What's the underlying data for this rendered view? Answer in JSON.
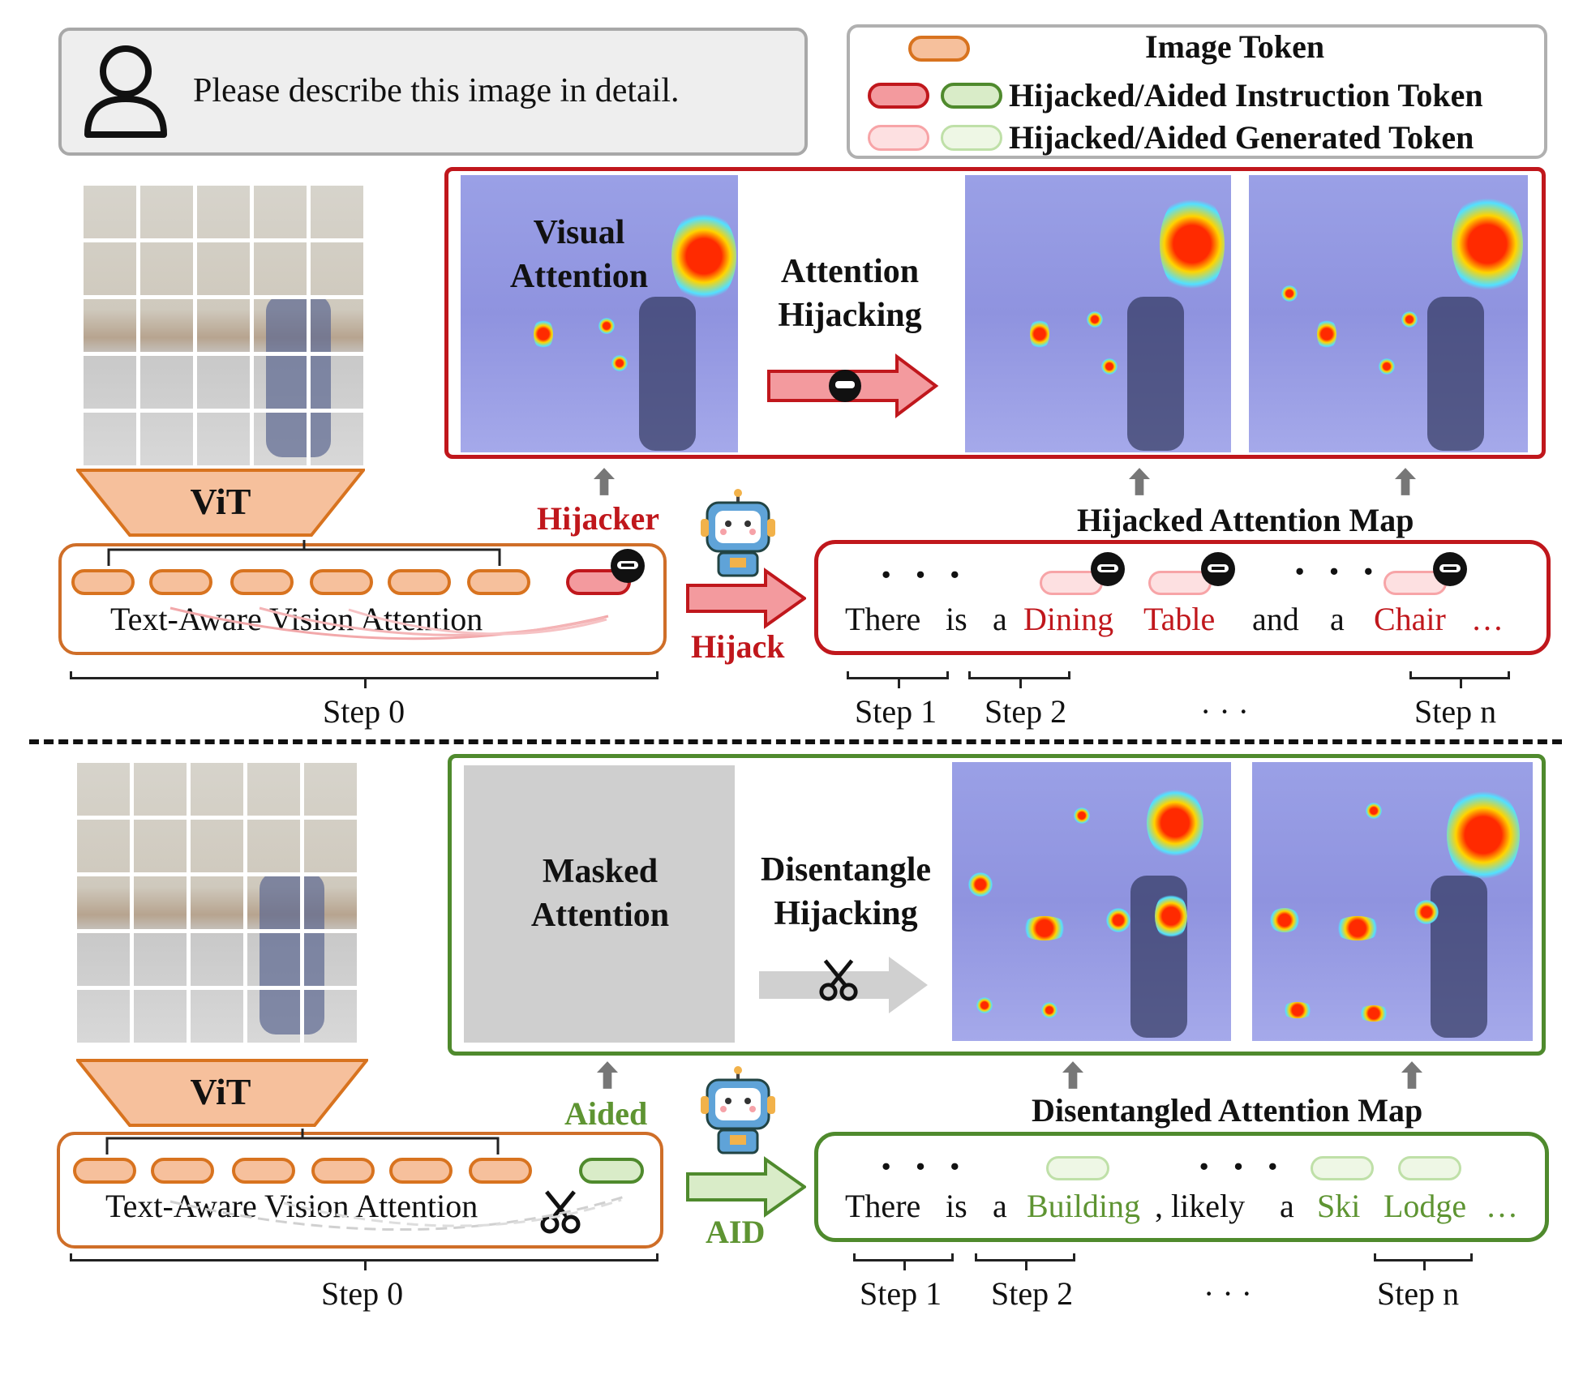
{
  "prompt": {
    "text": "Please describe this image in detail."
  },
  "legend": {
    "image_token": "Image Token",
    "instruction_token": "Hijacked/Aided Instruction Token",
    "generated_token": "Hijacked/Aided Generated Token"
  },
  "top": {
    "vit_label": "ViT",
    "tav_label": "Text-Aware Vision Attention",
    "hijacker_label": "Hijacker",
    "hijack_label": "Hijack",
    "visual_attention": [
      "Visual",
      "Attention"
    ],
    "attention_hijacking": [
      "Attention",
      "Hijacking"
    ],
    "map_title": "Hijacked Attention Map",
    "sequence": {
      "dots1": "· · ·",
      "there": "There",
      "is": "is",
      "a1": "a",
      "word1": "Dining",
      "word2": "Table",
      "and": "and",
      "a2": "a",
      "word3": "Chair",
      "ellipsis": "…",
      "dots2": "· · ·"
    },
    "steps": {
      "step0": "Step 0",
      "step1": "Step 1",
      "step2": "Step 2",
      "dots": "· · ·",
      "stepn": "Step n"
    }
  },
  "bottom": {
    "vit_label": "ViT",
    "tav_label": "Text-Aware Vision Attention",
    "aided_label": "Aided",
    "aid_label": "AID",
    "masked_attention": [
      "Masked",
      "Attention"
    ],
    "disentangle_hijacking": [
      "Disentangle",
      "Hijacking"
    ],
    "map_title": "Disentangled Attention Map",
    "sequence": {
      "dots1": "· · ·",
      "there": "There",
      "is": "is",
      "a1": "a",
      "word1": "Building",
      "comma_likely": ", likely",
      "a2": "a",
      "word2": "Ski",
      "word3": "Lodge",
      "ellipsis": "…",
      "dots2": "· · ·"
    },
    "steps": {
      "step0": "Step 0",
      "step1": "Step 1",
      "step2": "Step 2",
      "dots": "· · ·",
      "stepn": "Step n"
    }
  },
  "colors": {
    "hijack_red": "#c0171c",
    "aid_green": "#4f8a2d",
    "image_token_orange": "#f6c09c",
    "vit_orange": "#f6c09c"
  },
  "icons": [
    "user-icon",
    "robot-icon",
    "ninja-mask-icon",
    "scissors-icon"
  ]
}
